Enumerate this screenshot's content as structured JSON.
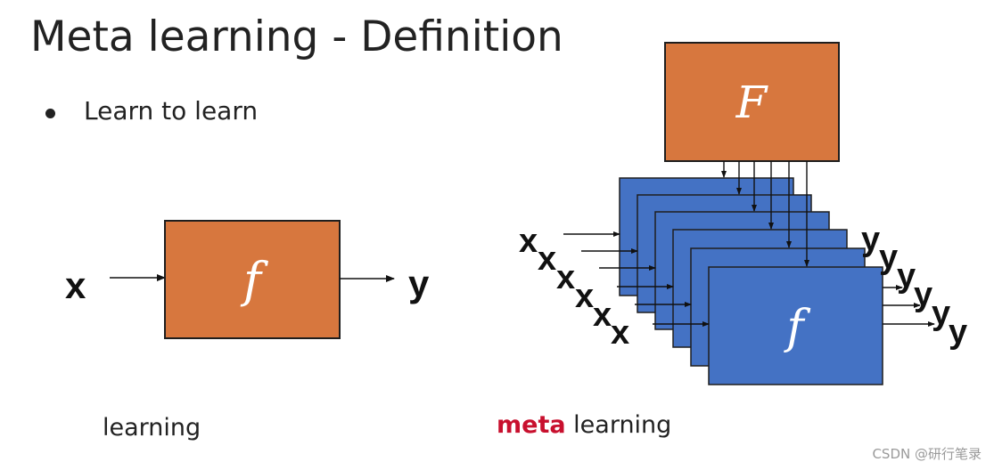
{
  "title": "Meta learning - Definition",
  "bullet": "Learn to learn",
  "left": {
    "input_label": "x",
    "output_label": "y",
    "function_label": "f",
    "caption": "learning"
  },
  "right": {
    "meta_function_label": "F",
    "function_label": "f",
    "input_labels": [
      "x",
      "x",
      "x",
      "x",
      "x",
      "x"
    ],
    "output_labels": [
      "y",
      "y",
      "y",
      "y",
      "y",
      "y"
    ],
    "caption_highlight": "meta",
    "caption_rest": " learning"
  },
  "colors": {
    "orange_box": "#d7773e",
    "blue_box": "#4472c4",
    "highlight_red": "#c8102e"
  },
  "watermark": "CSDN @研行笔录"
}
